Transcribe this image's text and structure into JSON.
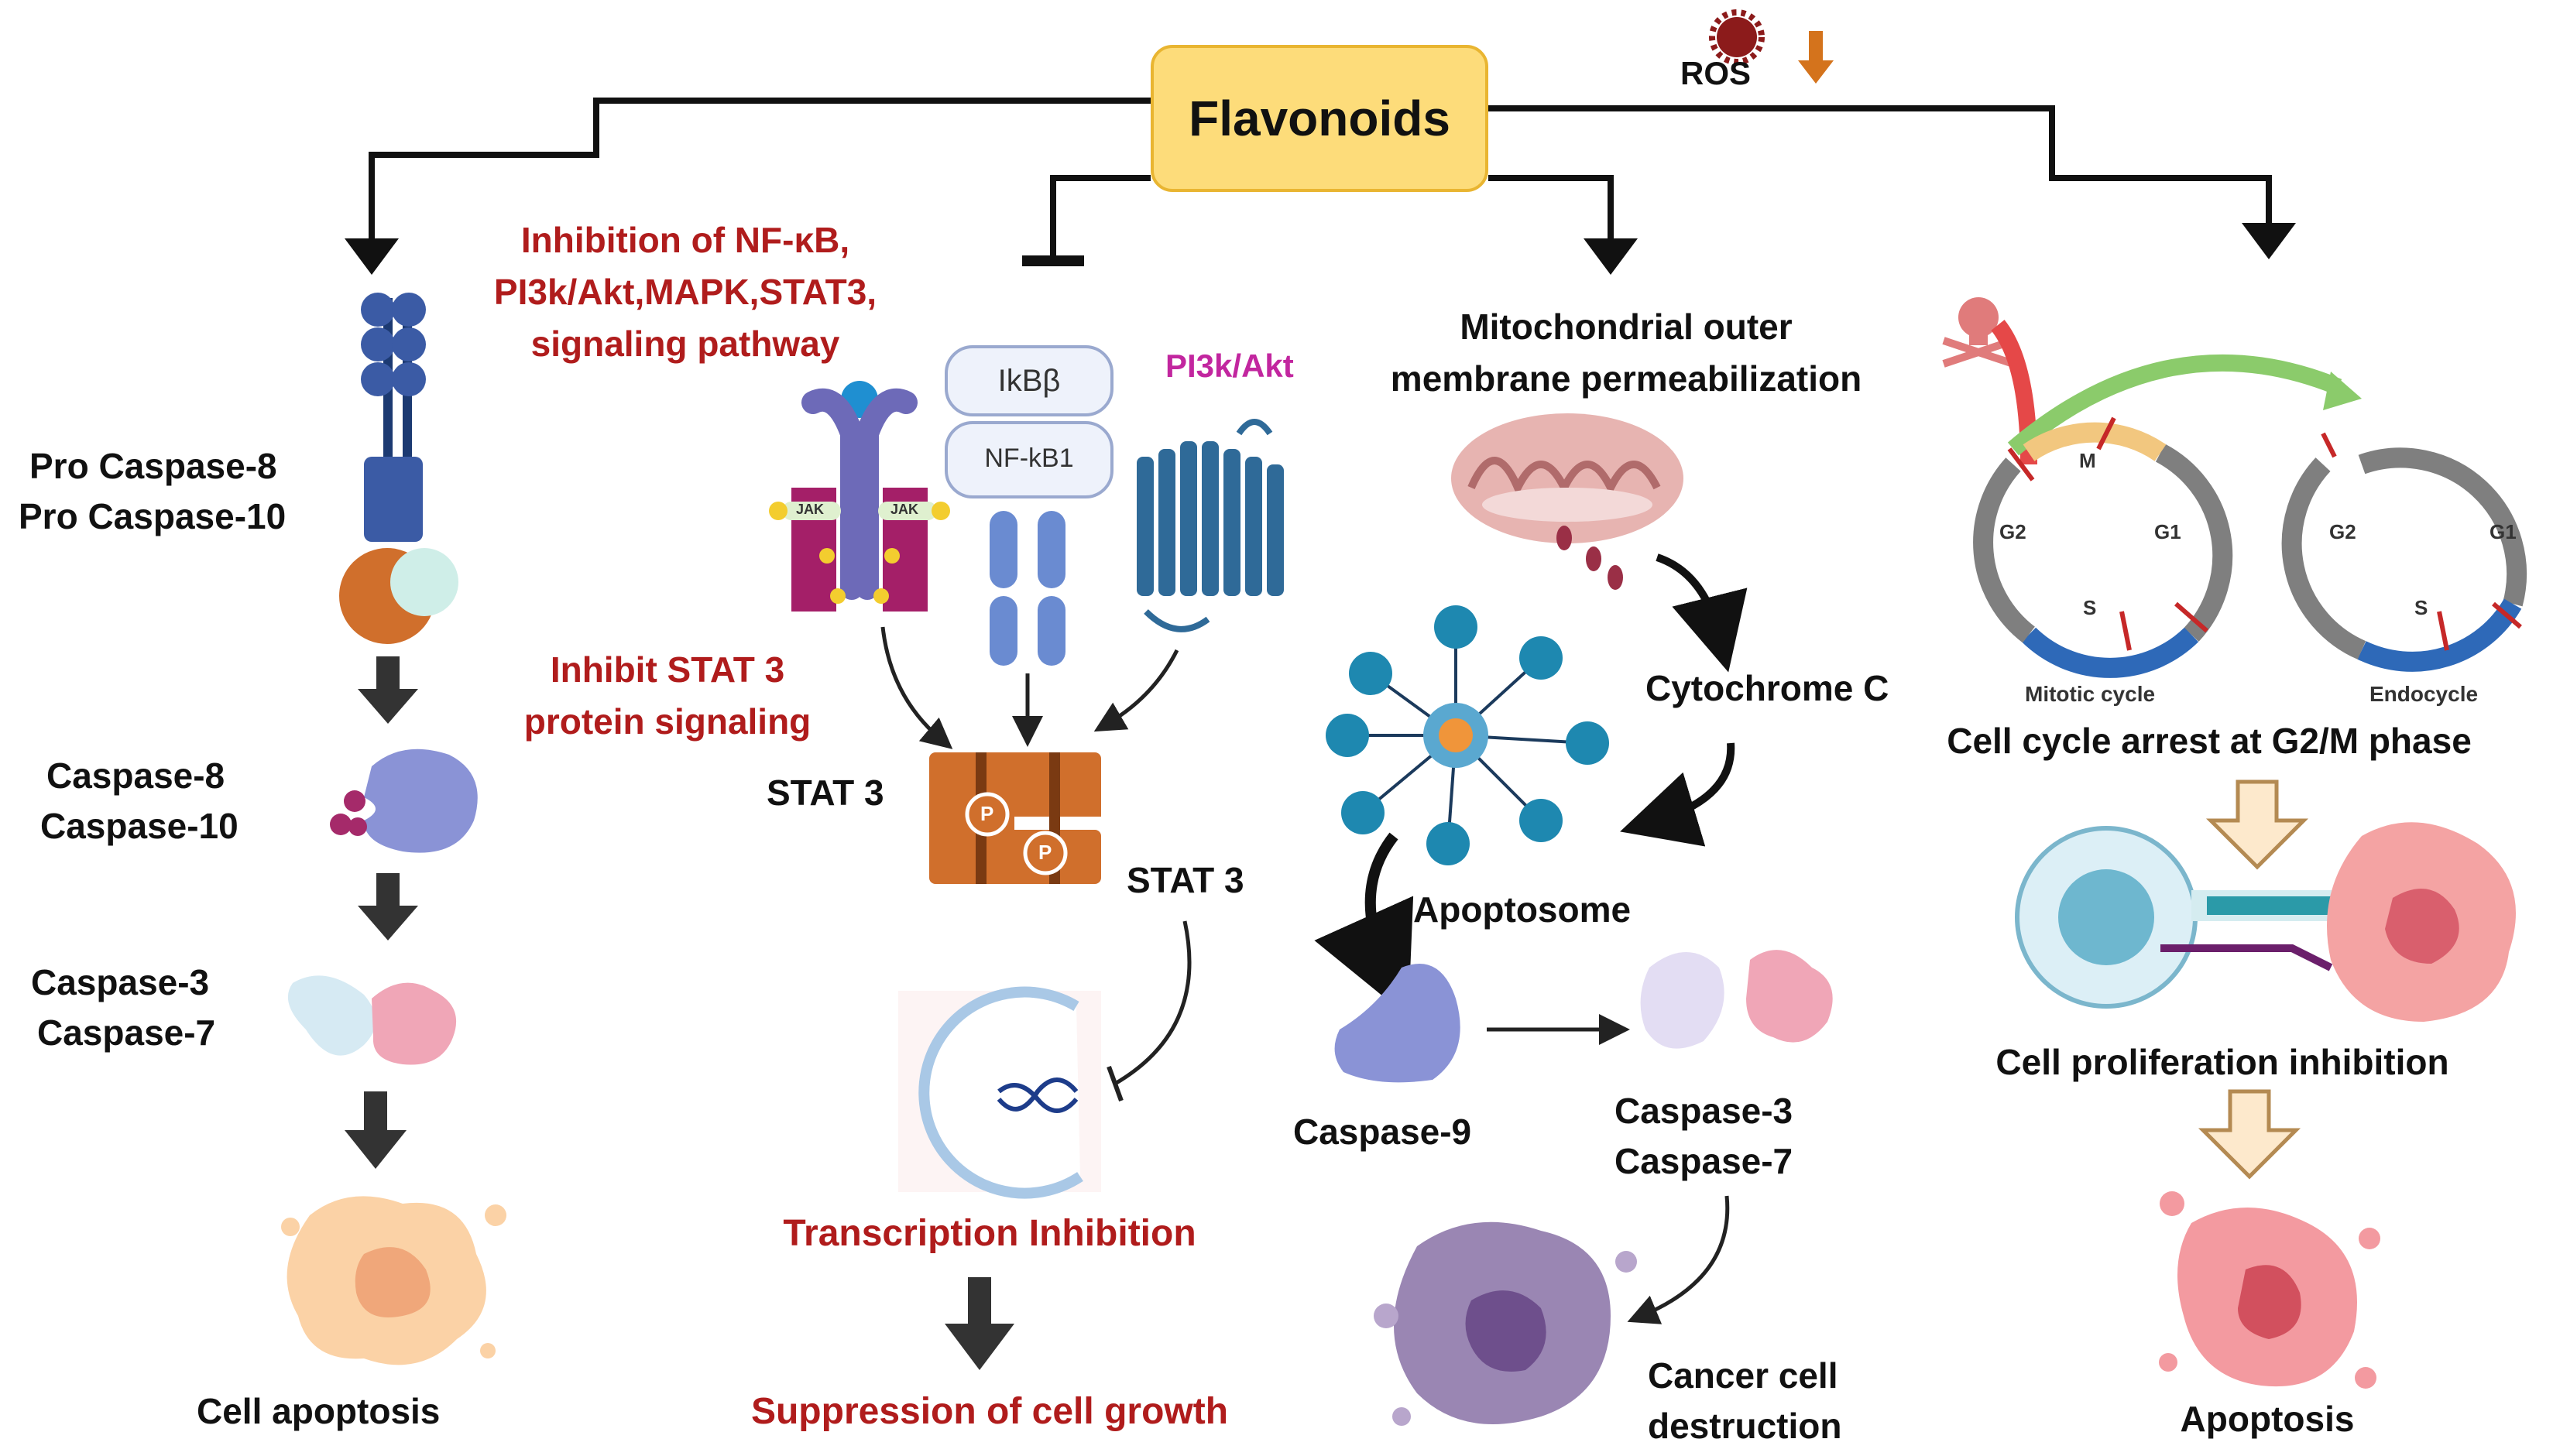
{
  "center": {
    "title": "Flavonoids"
  },
  "ros": {
    "label": "ROS"
  },
  "left_branch": {
    "receptor_label": [
      "Pro Caspase-8",
      "Pro Caspase-10"
    ],
    "active_label": [
      "Caspase-8",
      "Caspase-10"
    ],
    "executioner_label": [
      "Caspase-3",
      "Caspase-7"
    ],
    "outcome": "Cell apoptosis"
  },
  "inhibition_branch": {
    "header": [
      "Inhibition of NF-κB,",
      "PI3k/Akt,MAPK,STAT3,",
      "signaling pathway"
    ],
    "stat_note": [
      "Inhibit STAT 3",
      "protein signaling"
    ],
    "ikb_label": "IkBβ",
    "nfkb_label": "NF-kB1",
    "pi3k_label": "PI3k/Akt",
    "jak_label": "JAK",
    "p_label": "P",
    "stat3_label_left": "STAT 3",
    "stat3_label_right": "STAT 3",
    "transcription": "Transcription Inhibition",
    "outcome": "Suppression of cell growth"
  },
  "mito_branch": {
    "header": [
      "Mitochondrial outer",
      "membrane permeabilization"
    ],
    "cytochrome": "Cytochrome C",
    "apoptosome": "Apoptosome",
    "caspase9": "Caspase-9",
    "executioner_label": [
      "Caspase-3",
      "Caspase-7"
    ],
    "outcome": [
      "Cancer cell",
      "destruction"
    ]
  },
  "cycle_branch": {
    "mitotic": {
      "caption": "Mitotic cycle",
      "phases": [
        "M",
        "G2",
        "G1",
        "S"
      ]
    },
    "endo": {
      "caption": "Endocycle",
      "phases": [
        "G2",
        "G1",
        "S"
      ]
    },
    "arrest": "Cell cycle arrest at G2/M phase",
    "proliferation": "Cell proliferation inhibition",
    "outcome": "Apoptosis"
  }
}
